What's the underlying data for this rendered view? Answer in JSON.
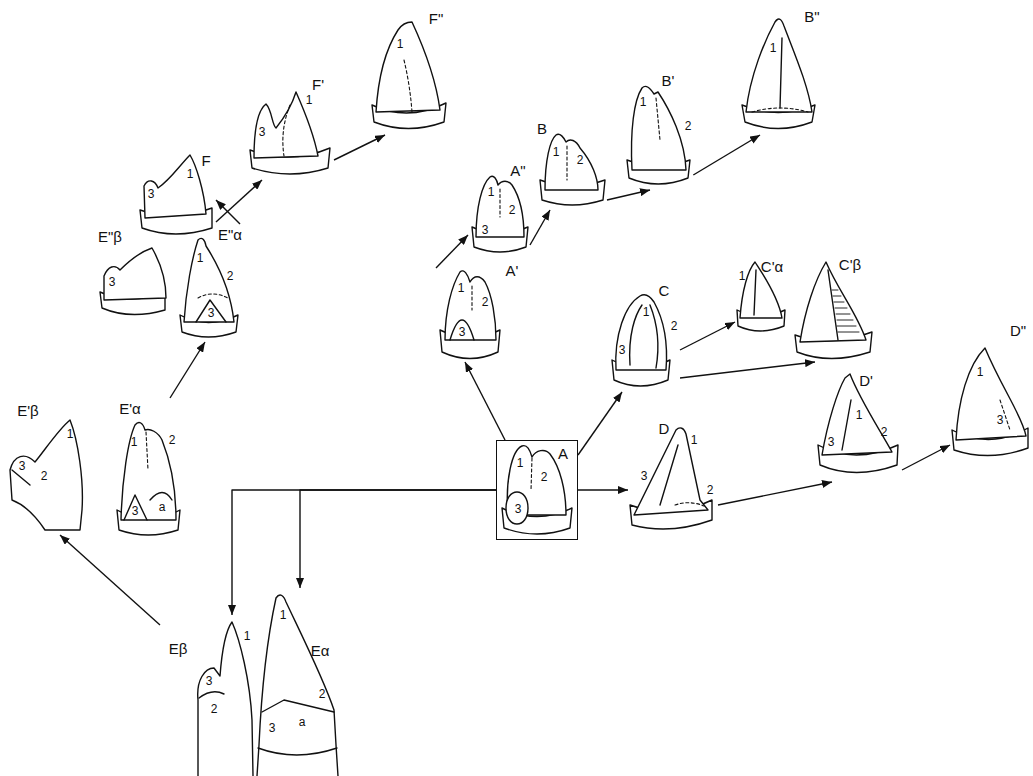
{
  "diagram": {
    "nodes": [
      {
        "text": [
          "F\"",
          "1"
        ]
      },
      {
        "text": [
          "F'",
          "1",
          "3"
        ]
      },
      {
        "text": [
          "F",
          "1",
          "3"
        ]
      },
      {
        "text": [
          "B\"",
          "1"
        ]
      },
      {
        "text": [
          "B'",
          "1",
          "2"
        ]
      },
      {
        "text": [
          "B",
          "1",
          "2"
        ]
      },
      {
        "text": [
          "E\"β",
          "3"
        ]
      },
      {
        "text": [
          "E\"α",
          "1",
          "2",
          "3"
        ]
      },
      {
        "text": [
          "A\"",
          "1",
          "2",
          "3"
        ]
      },
      {
        "text": [
          "C'α",
          "1"
        ]
      },
      {
        "text": [
          "C'β"
        ]
      },
      {
        "text": [
          "E'β",
          "1",
          "3",
          "2"
        ]
      },
      {
        "text": [
          "E'α",
          "1",
          "2",
          "a",
          "3"
        ]
      },
      {
        "text": [
          "A'",
          "1",
          "2",
          "3"
        ]
      },
      {
        "text": [
          "C",
          "1",
          "2",
          "3"
        ]
      },
      {
        "text": [
          "D\"",
          "1",
          "3"
        ]
      },
      {
        "text": [
          "D'",
          "1",
          "2",
          "3"
        ]
      },
      {
        "text": [
          "A",
          "1",
          "2",
          "3"
        ]
      },
      {
        "text": [
          "D",
          "1",
          "3",
          "2"
        ]
      },
      {
        "text": [
          "Eβ",
          "1",
          "3",
          "2"
        ]
      },
      {
        "text": [
          "Eα",
          "1",
          "2",
          "a",
          "3"
        ]
      }
    ],
    "edges": [
      {
        "from": 17,
        "to": 13,
        "arrow": "to"
      },
      {
        "from": 13,
        "to": 8,
        "arrow": "to"
      },
      {
        "from": 8,
        "to": 5,
        "arrow": "to"
      },
      {
        "from": 5,
        "to": 4,
        "arrow": "to"
      },
      {
        "from": 4,
        "to": 3,
        "arrow": "to"
      },
      {
        "from": 17,
        "to": 14,
        "arrow": "to"
      },
      {
        "from": 14,
        "to": 9,
        "arrow": "to"
      },
      {
        "from": 14,
        "to": 10,
        "arrow": "to"
      },
      {
        "from": 17,
        "to": 18,
        "arrow": "to"
      },
      {
        "from": 18,
        "to": 16,
        "arrow": "to"
      },
      {
        "from": 16,
        "to": 15,
        "arrow": "to"
      },
      {
        "from": 17,
        "to": 20,
        "arrow": "to"
      },
      {
        "from": 17,
        "to": 19,
        "arrow": "to"
      },
      {
        "from": 19,
        "to": 11,
        "arrow": "to"
      },
      {
        "from": 12,
        "to": 7,
        "arrow": "to"
      },
      {
        "from": 7,
        "to": 2,
        "arrow": "to"
      },
      {
        "from": 2,
        "to": 1,
        "arrow": "to"
      },
      {
        "from": 1,
        "to": 0,
        "arrow": "to"
      }
    ]
  }
}
